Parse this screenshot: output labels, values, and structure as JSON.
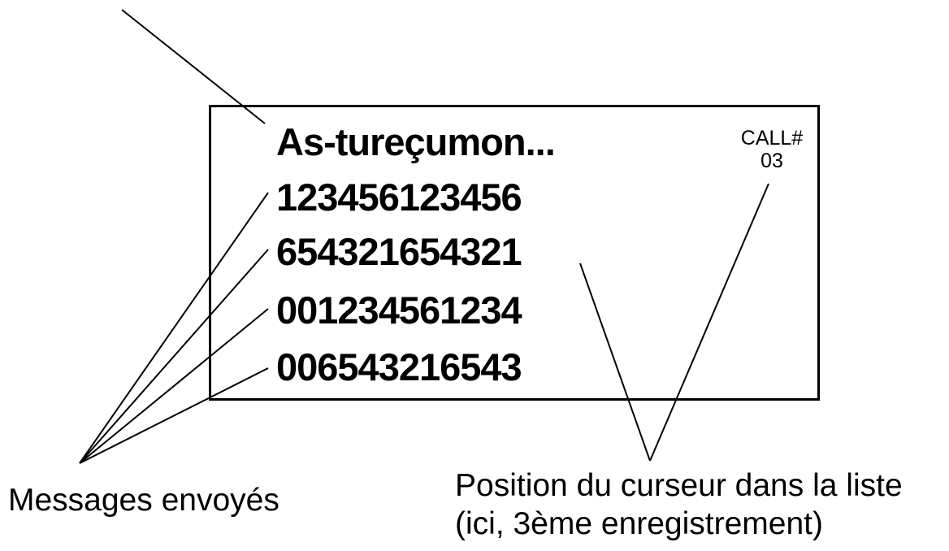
{
  "screen": {
    "title": "As-tureçumon...",
    "call_label": "CALL#",
    "call_number": "03",
    "rows": [
      {
        "text": "123456123456",
        "selected": false
      },
      {
        "text": "654321654321",
        "selected": true
      },
      {
        "text": "001234561234",
        "selected": false
      },
      {
        "text": "006543216543",
        "selected": false
      }
    ]
  },
  "captions": {
    "messages": "Messages envoyés",
    "cursor_line1": "Position du curseur dans la liste",
    "cursor_line2": "(ici, 3ème enregistrement)"
  },
  "colors": {
    "highlight": "#cccccc",
    "ink": "#000000"
  }
}
